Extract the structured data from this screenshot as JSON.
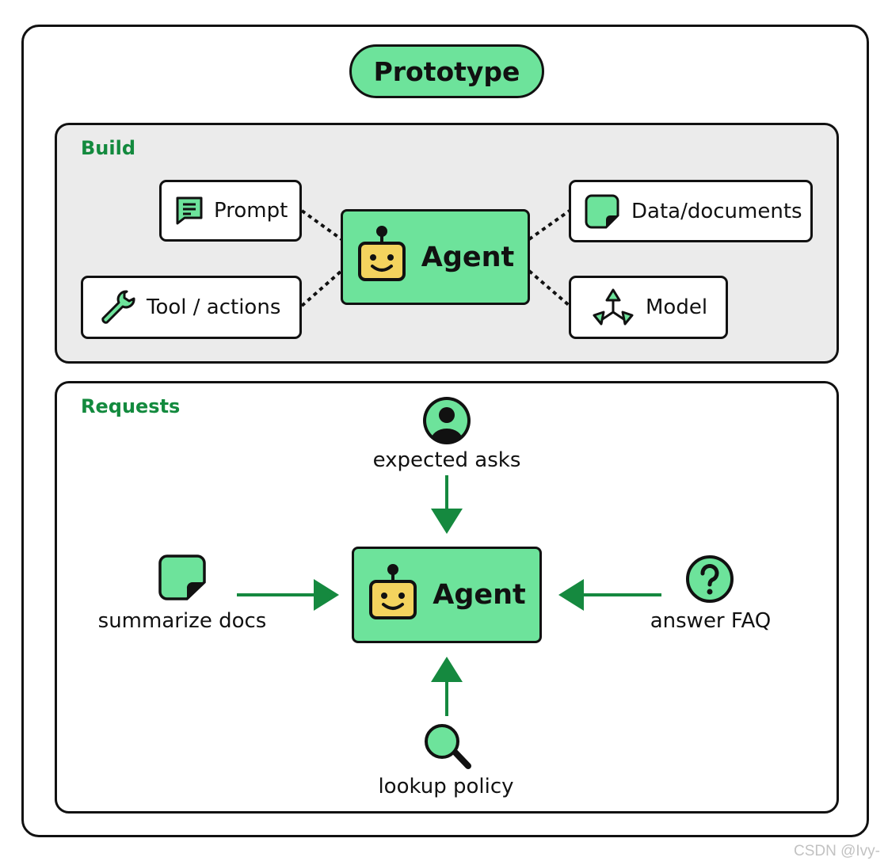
{
  "title": "Prototype",
  "build": {
    "label": "Build",
    "agent_label": "Agent",
    "items": {
      "prompt": "Prompt",
      "tool": "Tool / actions",
      "data": "Data/documents",
      "model": "Model"
    }
  },
  "requests": {
    "label": "Requests",
    "agent_label": "Agent",
    "inputs": {
      "top": "expected asks",
      "left": "summarize docs",
      "right": "answer FAQ",
      "bottom": "lookup policy"
    }
  },
  "watermark": "CSDN @Ivy-",
  "colors": {
    "accent_green": "#6de39b",
    "label_green": "#138a3e",
    "arrow_green": "#15893f",
    "panel_gray": "#ebebeb",
    "robot_yellow": "#f4d35e"
  },
  "icons": {
    "prompt": "chat-lines-icon",
    "tool": "wrench-icon",
    "data": "sticky-note-icon",
    "model": "tri-node-model-icon",
    "agent": "robot-face-icon",
    "top": "user-avatar-icon",
    "left": "sticky-note-icon",
    "right": "question-circle-icon",
    "bottom": "magnifier-icon"
  }
}
